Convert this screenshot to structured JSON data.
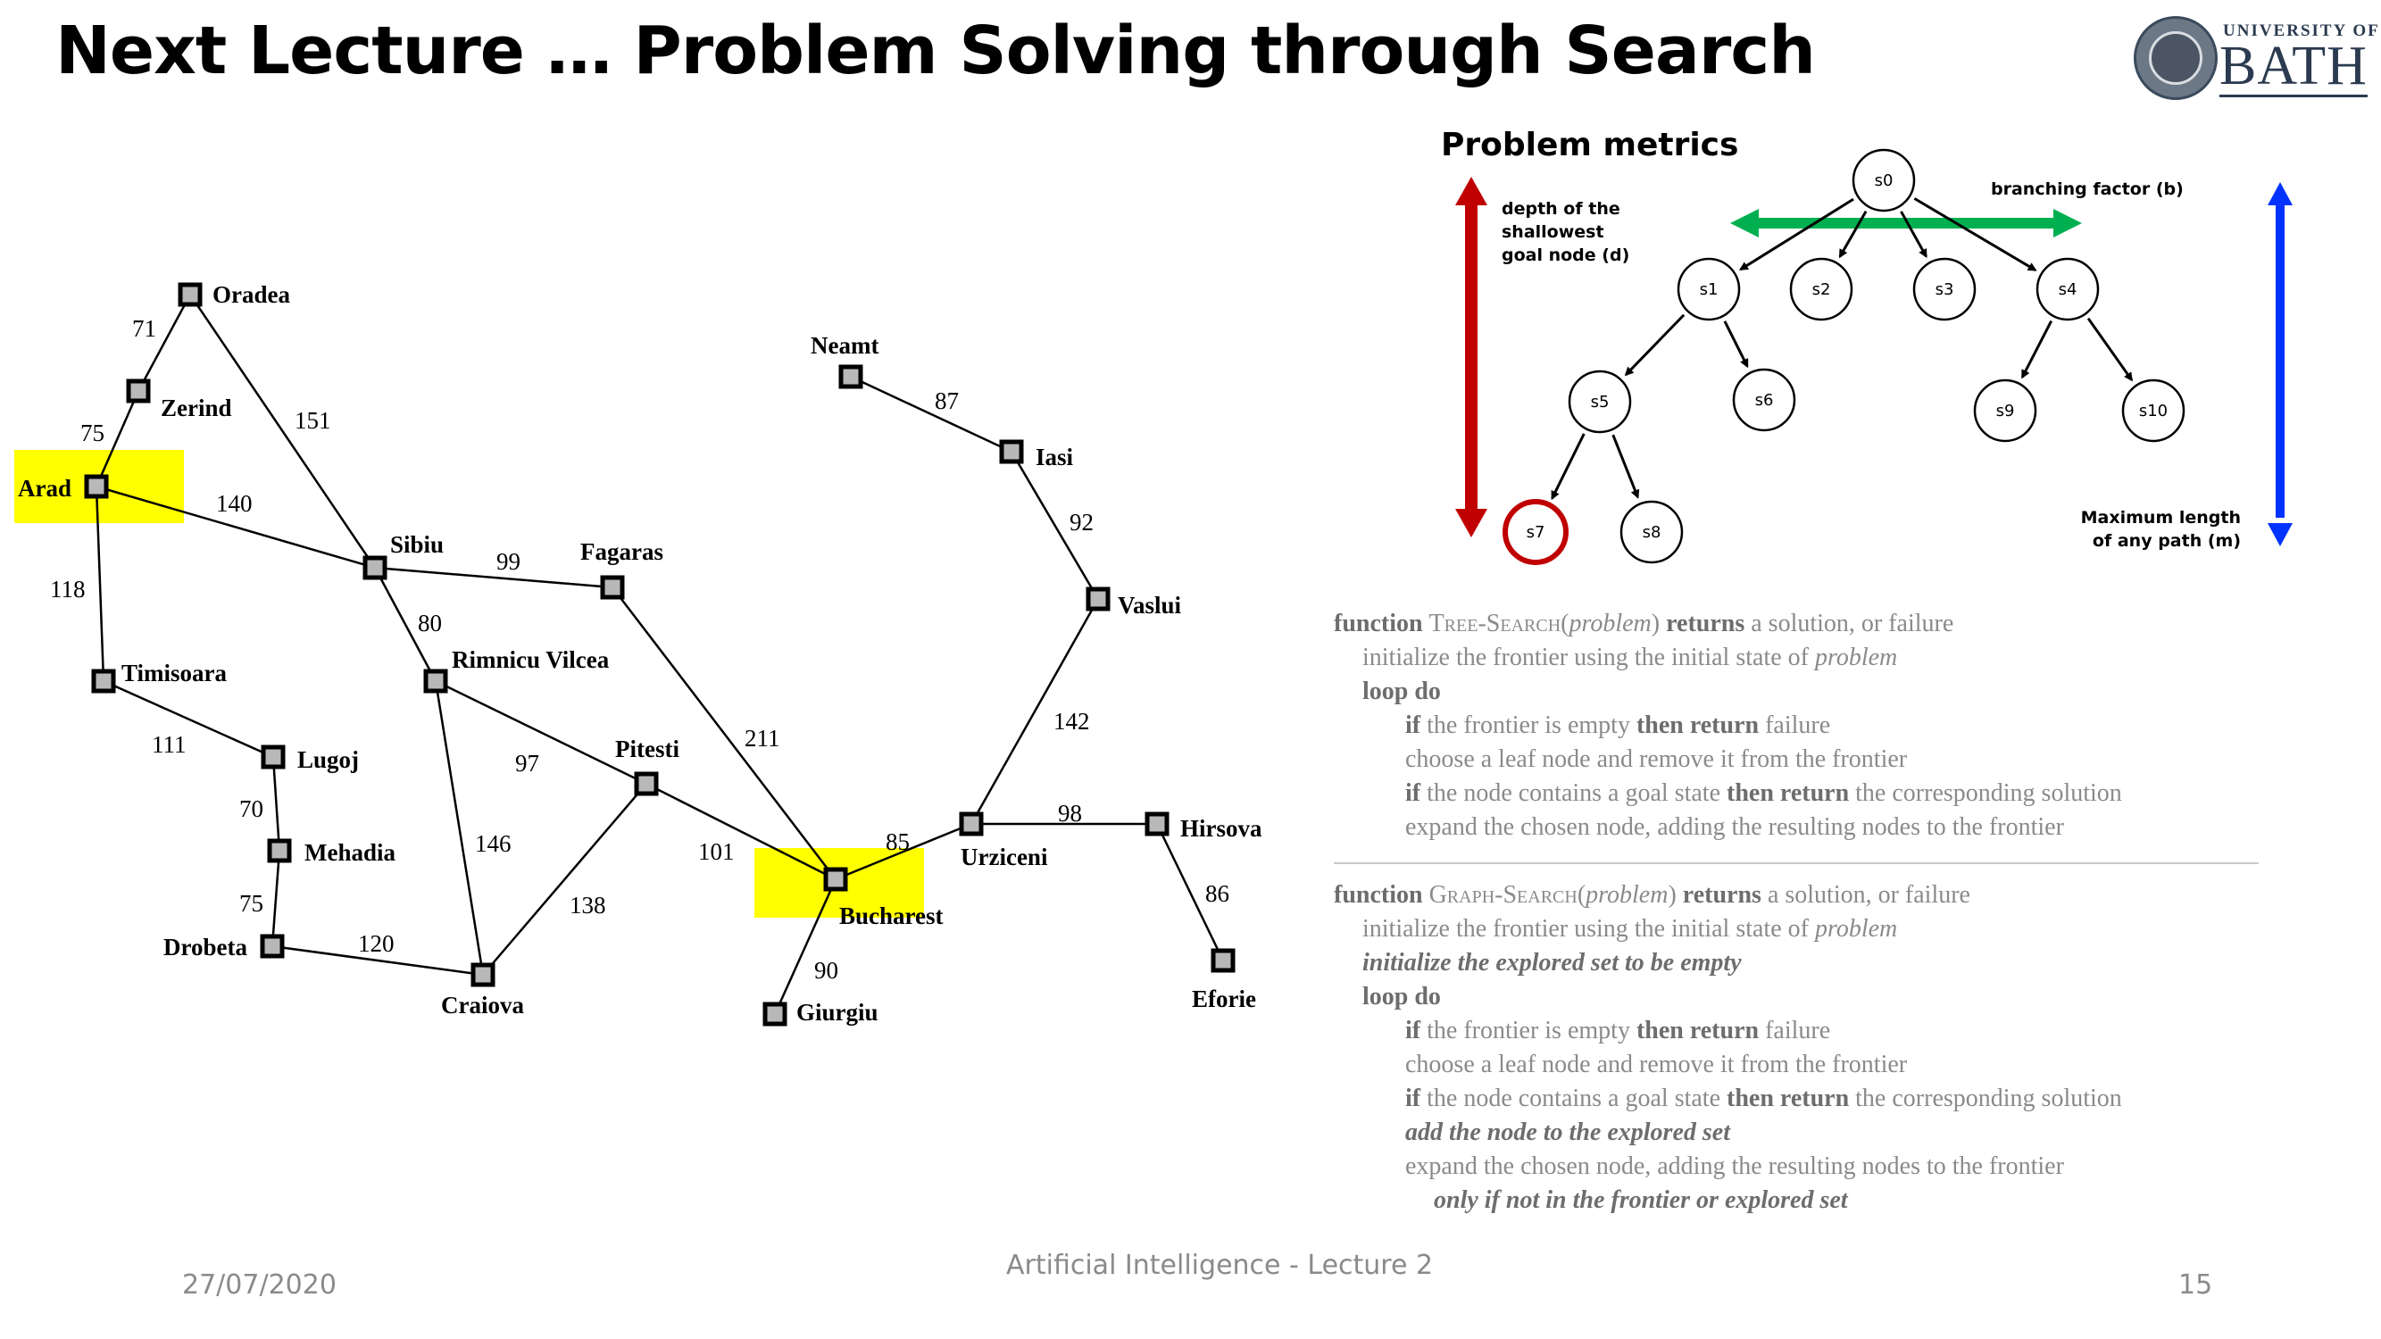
{
  "slide": {
    "title": "Next Lecture … Problem Solving through Search",
    "logo": {
      "line1": "UNIVERSITY OF",
      "line2": "BATH"
    },
    "footer": {
      "date": "27/07/2020",
      "center": "Artificial Intelligence - Lecture 2",
      "page": "15"
    }
  },
  "map": {
    "highlight_color": "#ffff00",
    "cities": [
      "Oradea",
      "Zerind",
      "Arad",
      "Sibiu",
      "Fagaras",
      "Timisoara",
      "Rimnicu Vilcea",
      "Lugoj",
      "Pitesti",
      "Mehadia",
      "Drobeta",
      "Craiova",
      "Bucharest",
      "Giurgiu",
      "Neamt",
      "Iasi",
      "Vaslui",
      "Urziceni",
      "Hirsova",
      "Eforie"
    ],
    "highlighted_cities": [
      "Arad",
      "Bucharest"
    ],
    "roads": [
      {
        "from": "Oradea",
        "to": "Zerind",
        "distance": "71"
      },
      {
        "from": "Zerind",
        "to": "Arad",
        "distance": "75"
      },
      {
        "from": "Oradea",
        "to": "Sibiu",
        "distance": "151"
      },
      {
        "from": "Arad",
        "to": "Sibiu",
        "distance": "140"
      },
      {
        "from": "Arad",
        "to": "Timisoara",
        "distance": "118"
      },
      {
        "from": "Sibiu",
        "to": "Fagaras",
        "distance": "99"
      },
      {
        "from": "Sibiu",
        "to": "Rimnicu Vilcea",
        "distance": "80"
      },
      {
        "from": "Timisoara",
        "to": "Lugoj",
        "distance": "111"
      },
      {
        "from": "Lugoj",
        "to": "Mehadia",
        "distance": "70"
      },
      {
        "from": "Mehadia",
        "to": "Drobeta",
        "distance": "75"
      },
      {
        "from": "Drobeta",
        "to": "Craiova",
        "distance": "120"
      },
      {
        "from": "Rimnicu Vilcea",
        "to": "Pitesti",
        "distance": "97"
      },
      {
        "from": "Rimnicu Vilcea",
        "to": "Craiova",
        "distance": "146"
      },
      {
        "from": "Craiova",
        "to": "Pitesti",
        "distance": "138"
      },
      {
        "from": "Fagaras",
        "to": "Bucharest",
        "distance": "211"
      },
      {
        "from": "Pitesti",
        "to": "Bucharest",
        "distance": "101"
      },
      {
        "from": "Bucharest",
        "to": "Giurgiu",
        "distance": "90"
      },
      {
        "from": "Bucharest",
        "to": "Urziceni",
        "distance": "85"
      },
      {
        "from": "Neamt",
        "to": "Iasi",
        "distance": "87"
      },
      {
        "from": "Iasi",
        "to": "Vaslui",
        "distance": "92"
      },
      {
        "from": "Vaslui",
        "to": "Urziceni",
        "distance": "142"
      },
      {
        "from": "Urziceni",
        "to": "Hirsova",
        "distance": "98"
      },
      {
        "from": "Hirsova",
        "to": "Eforie",
        "distance": "86"
      }
    ]
  },
  "metrics": {
    "title": "Problem metrics",
    "depth_label": [
      "depth of the",
      "shallowest",
      "goal node (d)"
    ],
    "branching_label": "branching factor (b)",
    "maxlen_label": [
      "Maximum length",
      "of any path (m)"
    ],
    "colors": {
      "depth": "#c00000",
      "branching": "#00b050",
      "maxlen": "#0033ff"
    },
    "nodes": [
      "s0",
      "s1",
      "s2",
      "s3",
      "s4",
      "s5",
      "s6",
      "s7",
      "s8",
      "s9",
      "s10"
    ],
    "goal_node": "s7",
    "edges": [
      [
        "s0",
        "s1"
      ],
      [
        "s0",
        "s2"
      ],
      [
        "s0",
        "s3"
      ],
      [
        "s0",
        "s4"
      ],
      [
        "s1",
        "s5"
      ],
      [
        "s1",
        "s6"
      ],
      [
        "s4",
        "s9"
      ],
      [
        "s4",
        "s10"
      ],
      [
        "s5",
        "s7"
      ],
      [
        "s5",
        "s8"
      ]
    ]
  },
  "tree_search": {
    "l1": {
      "kw1": "function",
      "name": "Tree-Search(",
      "arg": "problem",
      "close": ")",
      "kw2": "returns",
      "rest": "a solution, or failure"
    },
    "l2": {
      "text": "initialize the frontier using the initial state of",
      "arg": "problem"
    },
    "l3": {
      "kw": "loop do"
    },
    "l4": {
      "kw1": "if",
      "t1": "the frontier is empty",
      "kw2": "then return",
      "t2": "failure"
    },
    "l5": {
      "text": "choose a leaf node and remove it from the frontier"
    },
    "l6": {
      "kw1": "if",
      "t1": "the node contains a goal state",
      "kw2": "then return",
      "t2": "the corresponding solution"
    },
    "l7": {
      "text": "expand the chosen node, adding the resulting nodes to the frontier"
    }
  },
  "graph_search": {
    "l1": {
      "kw1": "function",
      "name": "Graph-Search(",
      "arg": "problem",
      "close": ")",
      "kw2": "returns",
      "rest": "a solution, or failure"
    },
    "l2": {
      "text": "initialize the frontier using the initial state of",
      "arg": "problem"
    },
    "l3": {
      "text": "initialize the explored set to be empty"
    },
    "l4": {
      "kw": "loop do"
    },
    "l5": {
      "kw1": "if",
      "t1": "the frontier is empty",
      "kw2": "then return",
      "t2": "failure"
    },
    "l6": {
      "text": "choose a leaf node and remove it from the frontier"
    },
    "l7": {
      "kw1": "if",
      "t1": "the node contains a goal state",
      "kw2": "then return",
      "t2": "the corresponding solution"
    },
    "l8": {
      "text": "add the node to the explored set"
    },
    "l9": {
      "text": "expand the chosen node, adding the resulting nodes to the frontier"
    },
    "l10": {
      "text": "only if not in the frontier or explored set"
    }
  }
}
